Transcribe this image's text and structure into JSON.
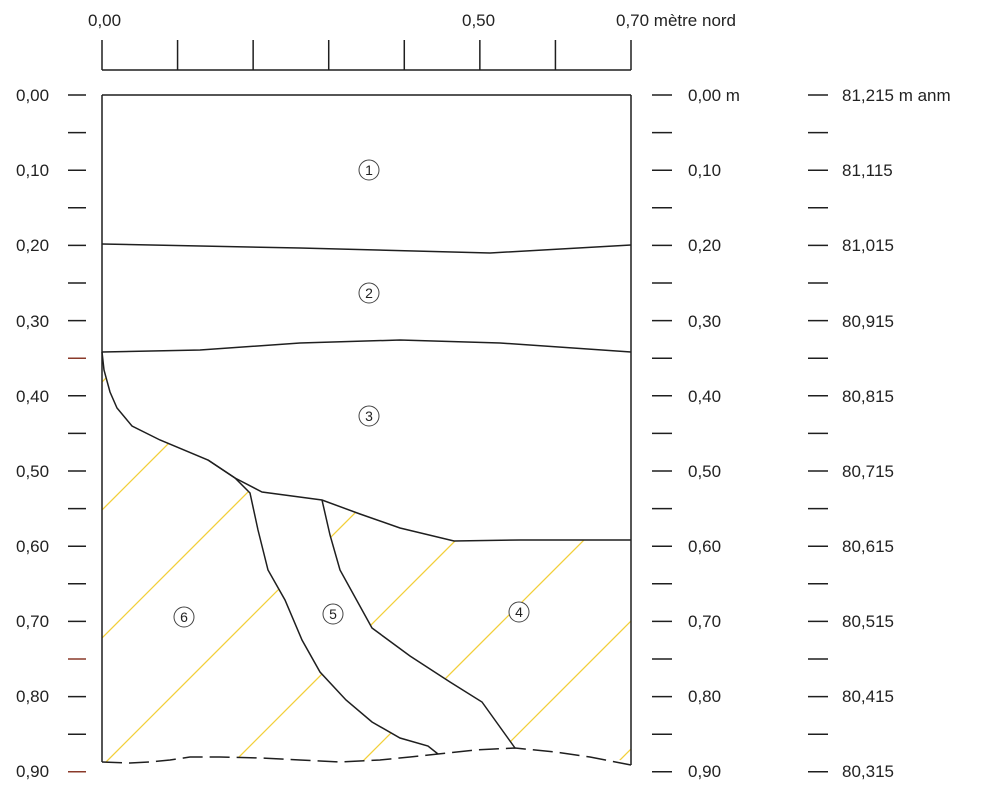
{
  "top_scale": {
    "labels": [
      {
        "text": "0,00",
        "value": 0.0
      },
      {
        "text": "0,50",
        "value": 0.5
      },
      {
        "text": "0,70 mètre nord",
        "value": 0.7
      }
    ],
    "tick_step": 0.1,
    "max": 0.7
  },
  "left_axis": {
    "labels": [
      "0,00",
      "0,10",
      "0,20",
      "0,30",
      "0,40",
      "0,50",
      "0,60",
      "0,70",
      "0,80",
      "0,90"
    ]
  },
  "right_axis_depth": {
    "labels": [
      "0,00 m",
      "0,10",
      "0,20",
      "0,30",
      "0,40",
      "0,50",
      "0,60",
      "0,70",
      "0,80",
      "0,90"
    ]
  },
  "right_axis_altitude": {
    "labels": [
      "81,215 m anm",
      "81,115",
      "81,015",
      "80,915",
      "80,815",
      "80,715",
      "80,615",
      "80,515",
      "80,415",
      "80,315"
    ]
  },
  "layers": [
    {
      "id": "1",
      "label": "1"
    },
    {
      "id": "2",
      "label": "2"
    },
    {
      "id": "3",
      "label": "3"
    },
    {
      "id": "4",
      "label": "4"
    },
    {
      "id": "5",
      "label": "5"
    },
    {
      "id": "6",
      "label": "6"
    }
  ],
  "colors": {
    "line": "#1f1f1f",
    "hatch": "#f2cf3a",
    "tick_red": "#8a3a2a"
  }
}
